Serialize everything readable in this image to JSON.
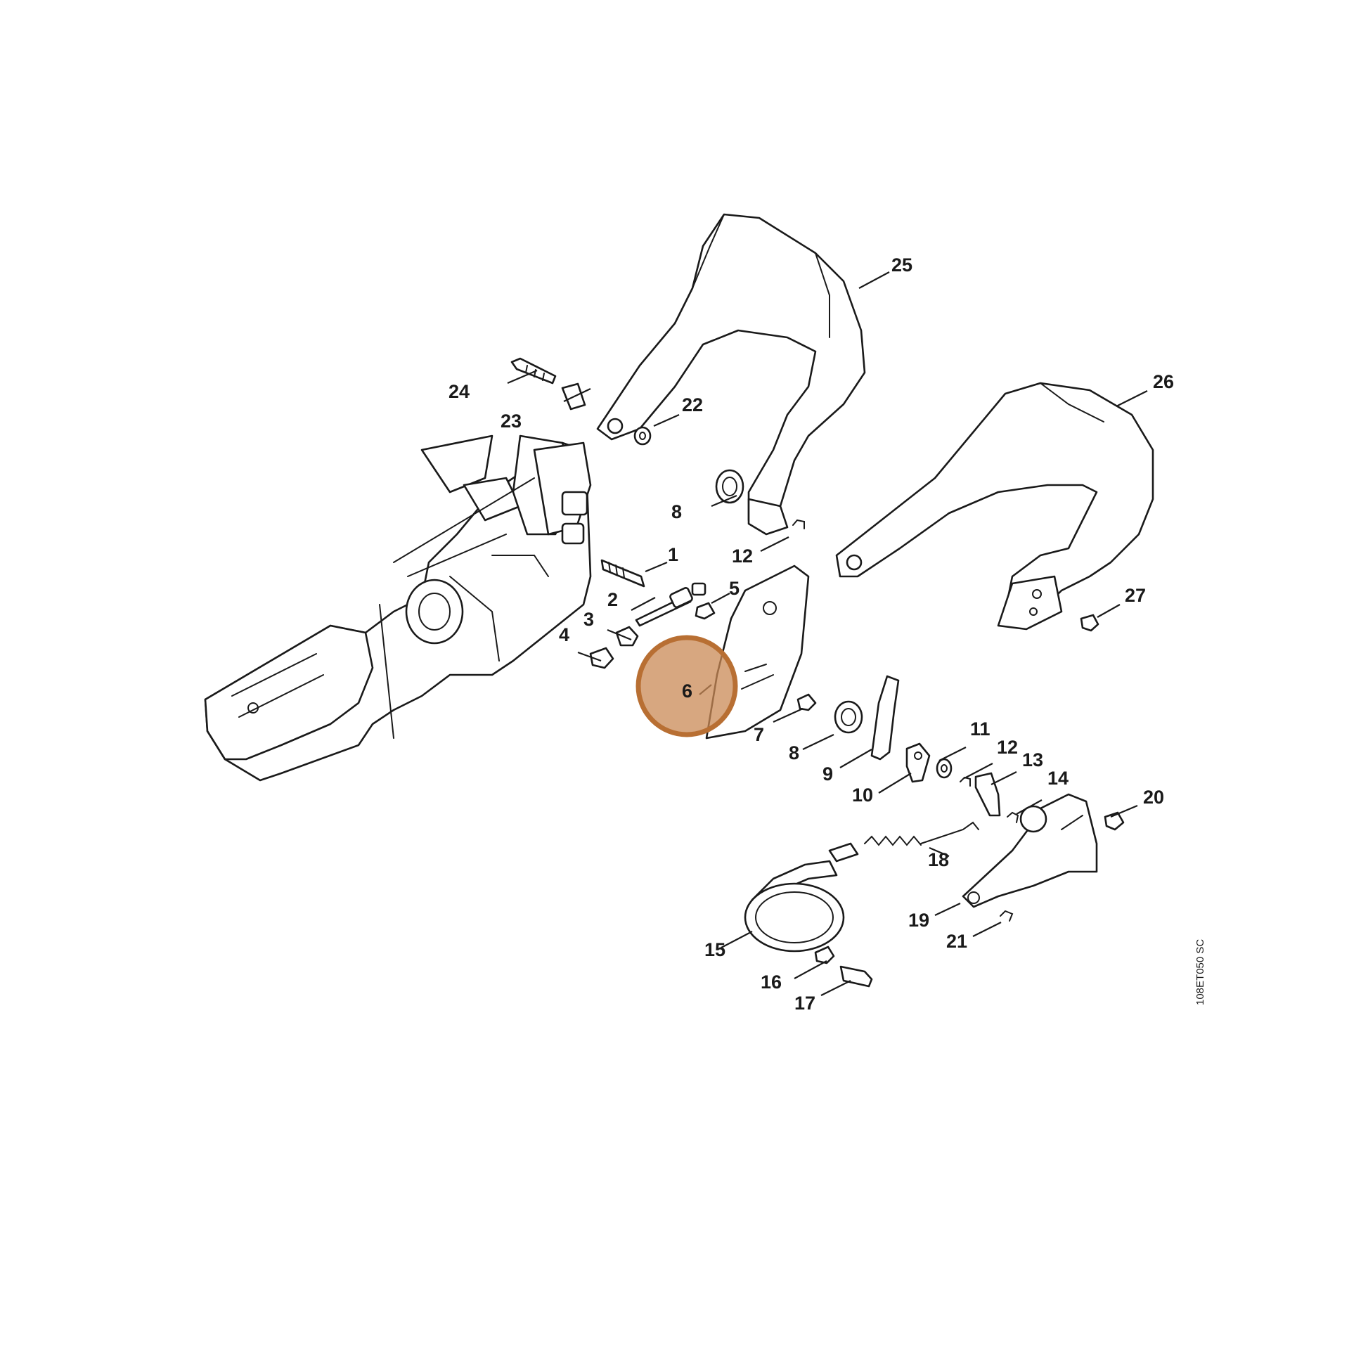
{
  "diagram": {
    "reference_code": "108ET050 SC",
    "highlight_color": "#c98a56",
    "highlighted_callout": "6",
    "callouts": {
      "c1": "1",
      "c2": "2",
      "c3": "3",
      "c4": "4",
      "c5": "5",
      "c6": "6",
      "c7": "7",
      "c8a": "8",
      "c8b": "8",
      "c9": "9",
      "c10": "10",
      "c11": "11",
      "c12a": "12",
      "c12b": "12",
      "c13": "13",
      "c14": "14",
      "c15": "15",
      "c16": "16",
      "c17": "17",
      "c18": "18",
      "c19": "19",
      "c20": "20",
      "c21": "21",
      "c22": "22",
      "c23": "23",
      "c24": "24",
      "c25": "25",
      "c26": "26",
      "c27": "27"
    }
  }
}
